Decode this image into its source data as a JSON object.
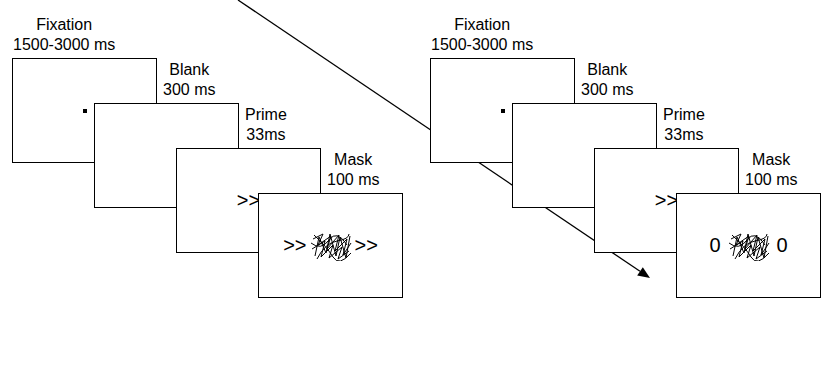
{
  "diagram": {
    "nodes": [
      {
        "text": [
          "Fixation",
          "1500-3000 ms"
        ]
      },
      {
        "text": [
          "Blank",
          "300 ms"
        ]
      },
      {
        "text": [
          "Prime",
          "33ms",
          ">>"
        ]
      },
      {
        "text": [
          "Mask",
          "100 ms",
          ">>",
          ">>"
        ]
      },
      {
        "text": [
          "Fixation",
          "1500-3000 ms"
        ]
      },
      {
        "text": [
          "Blank",
          "300 ms"
        ]
      },
      {
        "text": [
          "Prime",
          "33ms",
          ">>"
        ]
      },
      {
        "text": [
          "Mask",
          "100 ms",
          "0",
          "0"
        ]
      }
    ]
  }
}
